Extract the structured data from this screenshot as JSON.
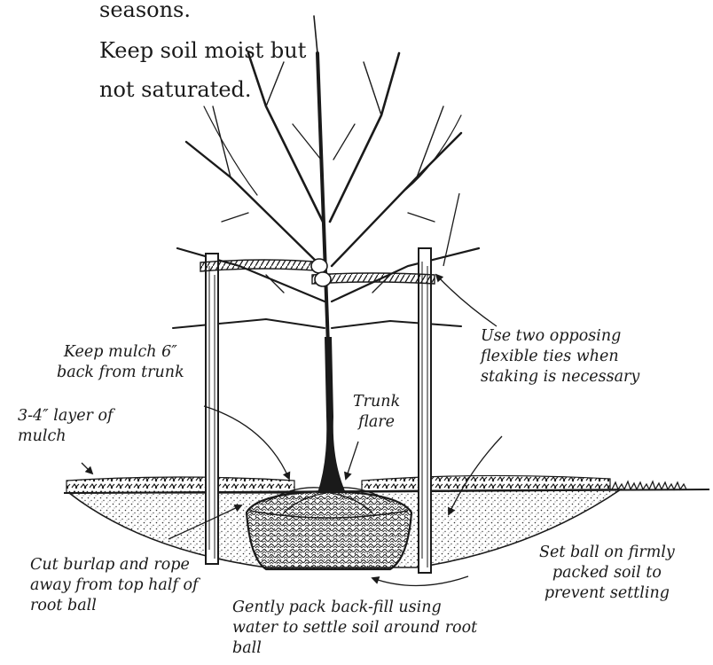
{
  "header": {
    "line_1": "seasons.",
    "line_2": "Keep soil moist but",
    "line_3": "not saturated."
  },
  "labels": {
    "mulch_back": "Keep mulch 6″\nback from trunk",
    "mulch_layer": "3-4″ layer of\nmulch",
    "trunk_flare": "Trunk\nflare",
    "ties": "Use two opposing\nflexible ties when\nstaking is necessary",
    "burlap": "Cut burlap and rope\naway from top half of\nroot ball",
    "set_ball": "Set ball on firmly\npacked soil to\nprevent settling",
    "backfill": "Gently pack back-fill using\nwater to settle soil around root\nball"
  },
  "colors": {
    "ink": "#1a1a1a",
    "background": "#ffffff"
  }
}
